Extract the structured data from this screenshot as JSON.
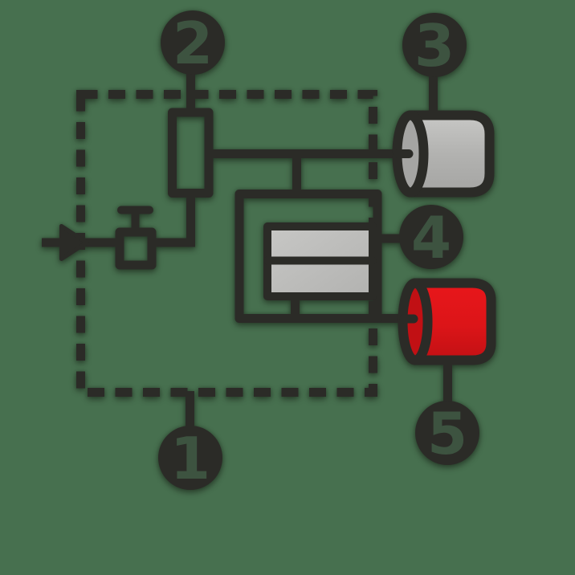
{
  "diagram": {
    "type": "process-schematic",
    "background": "#47704F",
    "colors": {
      "ink": "#2B2B27",
      "gray-fill": "#B2B2B0",
      "gray-fill-light": "#C7C7C5",
      "gray-fill-dark": "#A5A5A3",
      "red-fill": "#DC1518",
      "red-fill-light": "#E8161B",
      "red-fill-dark": "#C11014",
      "badge-fill": "#2B2B27",
      "badge-number": "#3D5340"
    },
    "callouts": [
      {
        "number": "1"
      },
      {
        "number": "2"
      },
      {
        "number": "3"
      },
      {
        "number": "4"
      },
      {
        "number": "5"
      }
    ],
    "components": [
      "dashed-enclosure",
      "inlet-check-valve",
      "shutoff-valve",
      "filter-column",
      "plate-stack",
      "gray-tank",
      "red-tank"
    ]
  }
}
